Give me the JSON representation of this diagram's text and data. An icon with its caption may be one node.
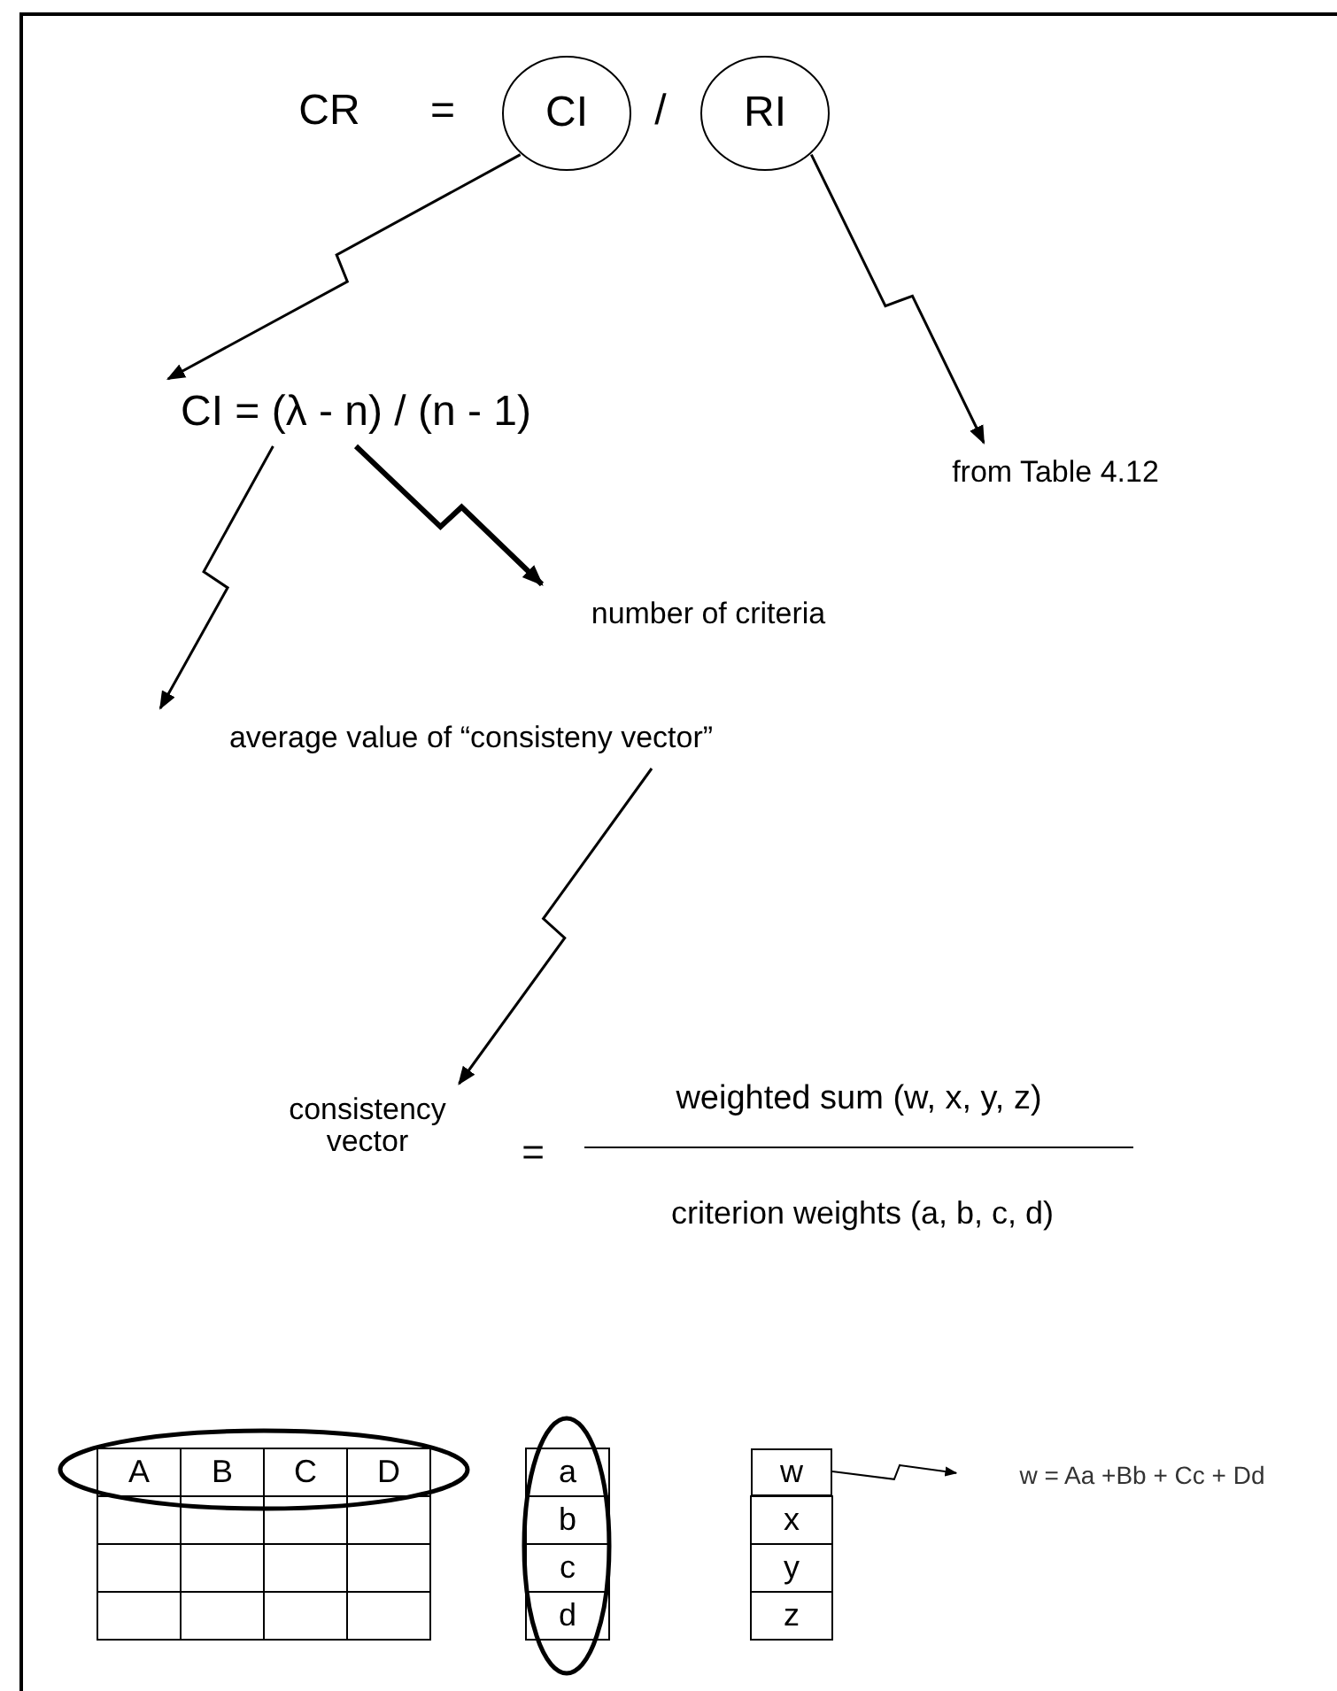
{
  "diagram": {
    "nodes": [
      {
        "text": [
          "CI"
        ]
      },
      {
        "text": [
          "RI"
        ]
      },
      {
        "text": [
          "CI = (λ - n) / (n - 1)"
        ]
      },
      {
        "text": [
          "from Table 4.12"
        ]
      },
      {
        "text": [
          "number of criteria"
        ]
      },
      {
        "text": [
          "average value of “consisteny vector”"
        ]
      },
      {
        "text": [
          "consistency vector"
        ]
      },
      {
        "text": [
          "w"
        ]
      },
      {
        "text": [
          "w = Aa +Bb + Cc + Dd"
        ]
      }
    ],
    "edges": [
      {
        "from": 0,
        "to": 2,
        "arrow": "to"
      },
      {
        "from": 1,
        "to": 3,
        "arrow": "to"
      },
      {
        "from": 2,
        "to": 5,
        "arrow": "to"
      },
      {
        "from": 2,
        "to": 4,
        "arrow": "to",
        "style": "thick"
      },
      {
        "from": 5,
        "to": 6,
        "arrow": "to"
      },
      {
        "from": 7,
        "to": 8,
        "arrow": "to"
      }
    ],
    "labels": [
      "CR",
      "=",
      "/",
      "=",
      "weighted sum (w, x, y, z)",
      "criterion weights (a, b, c, d)",
      "A",
      "B",
      "C",
      "D",
      "a",
      "b",
      "c",
      "d",
      "x",
      "y",
      "z"
    ]
  }
}
